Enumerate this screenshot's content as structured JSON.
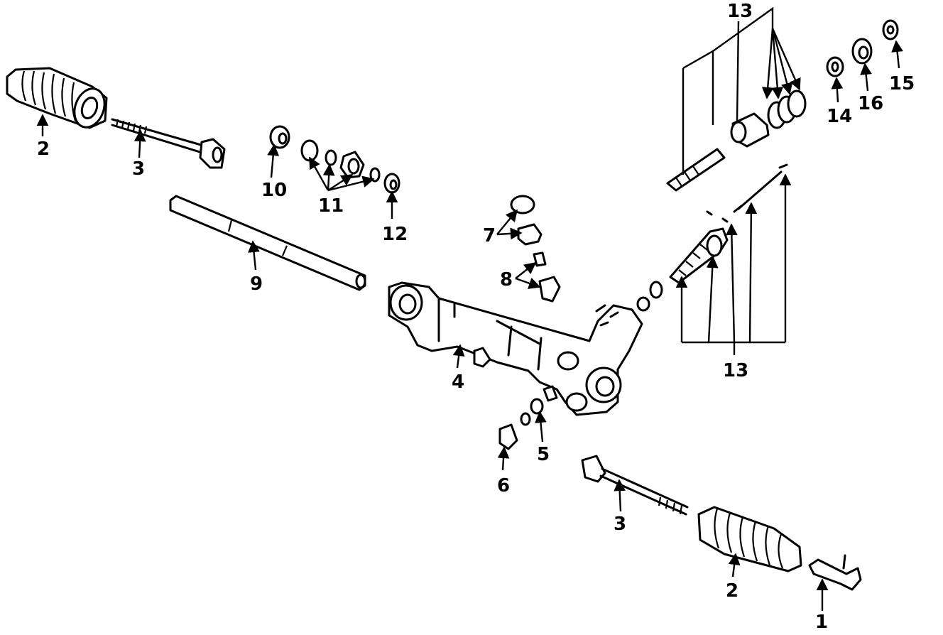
{
  "callouts": {
    "c1": "1",
    "c2a": "2",
    "c2b": "2",
    "c3a": "3",
    "c3b": "3",
    "c4": "4",
    "c5": "5",
    "c6": "6",
    "c7": "7",
    "c8": "8",
    "c9": "9",
    "c10": "10",
    "c11": "11",
    "c12": "12",
    "c13a": "13",
    "c13b": "13",
    "c14": "14",
    "c16": "16",
    "c15": "15"
  },
  "colors": {
    "ink": "#000000",
    "paper": "#ffffff"
  }
}
